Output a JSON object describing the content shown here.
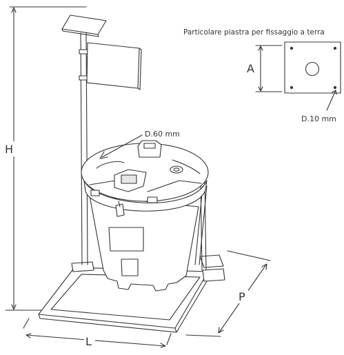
{
  "labels": {
    "height": "H",
    "length": "L",
    "depth": "P",
    "plate_side": "A",
    "pole_diameter": "D.60 mm",
    "hole_diameter": "D.10 mm",
    "detail_title": "Particolare piastra per fissaggio a terra"
  },
  "colors": {
    "line": "#333333",
    "fill": "#ffffff",
    "shade": "#e6e6e6"
  }
}
